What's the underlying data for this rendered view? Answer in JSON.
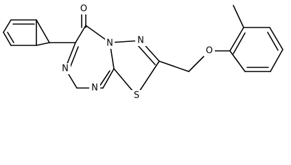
{
  "molecule": {
    "atoms": {
      "carbonyl_o": "O",
      "n_bridge": "N",
      "n_imine": "N",
      "n_a": "N",
      "n_b": "N",
      "s": "S",
      "ether_o": "O"
    }
  }
}
